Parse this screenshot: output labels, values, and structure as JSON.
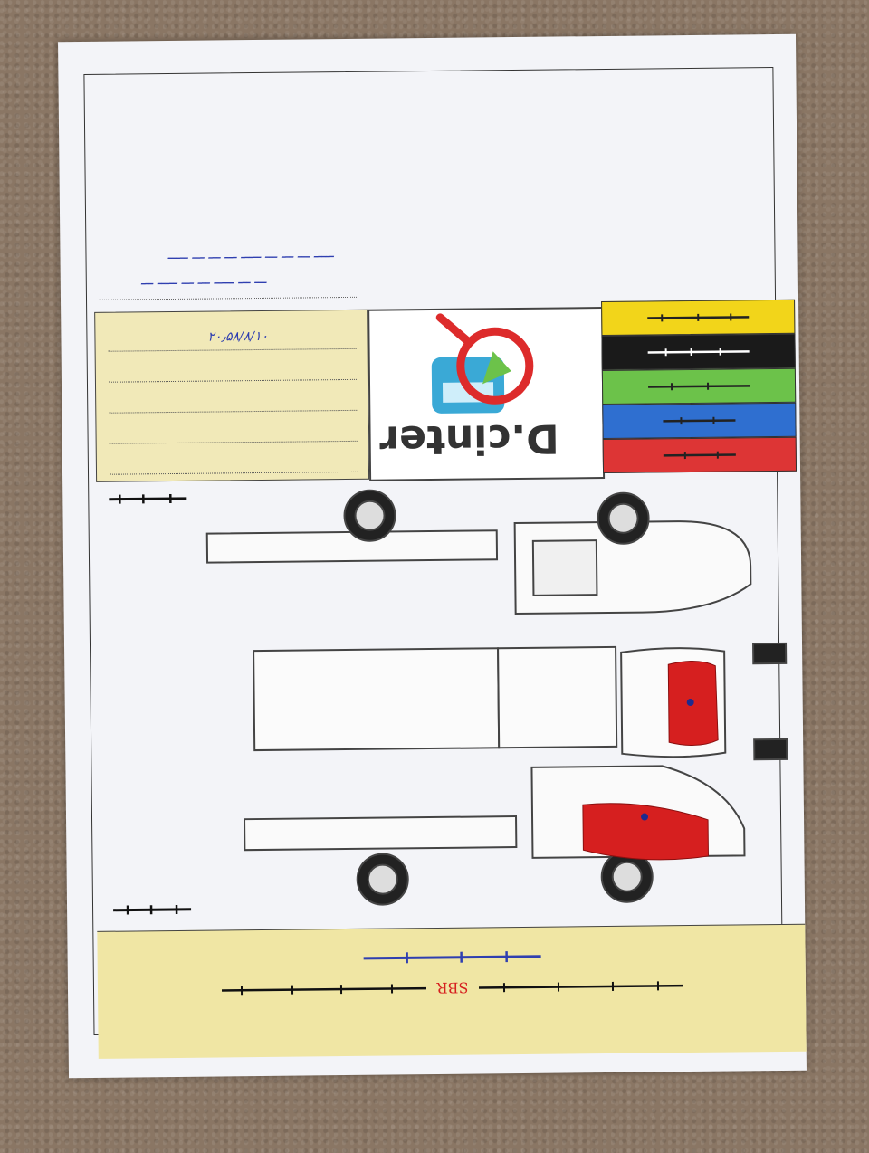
{
  "document": {
    "logo": {
      "brand_text": "D.cinter"
    },
    "handwritten": {
      "line1": "ـــــ ـــ ـــ ـــ ـــــ ـــ ـــ ـــ ـــــ",
      "line2": "ـــ ـــ ـــــ ـــ ـــ ـــــ ـــ",
      "serial": "۲۰٫۵۸/۸/۱۰"
    },
    "colors": {
      "yellow": "#f2d51a",
      "black": "#1a1a1a",
      "green": "#6cc24a",
      "blue": "#2f6fd0",
      "red": "#dd3535",
      "damage": "#d61f1f",
      "banner_bg": "#f0e6a4",
      "info_bg": "#f1e9b8",
      "ink": "#2f3fb0"
    },
    "banner": {
      "code": "SBR"
    }
  }
}
